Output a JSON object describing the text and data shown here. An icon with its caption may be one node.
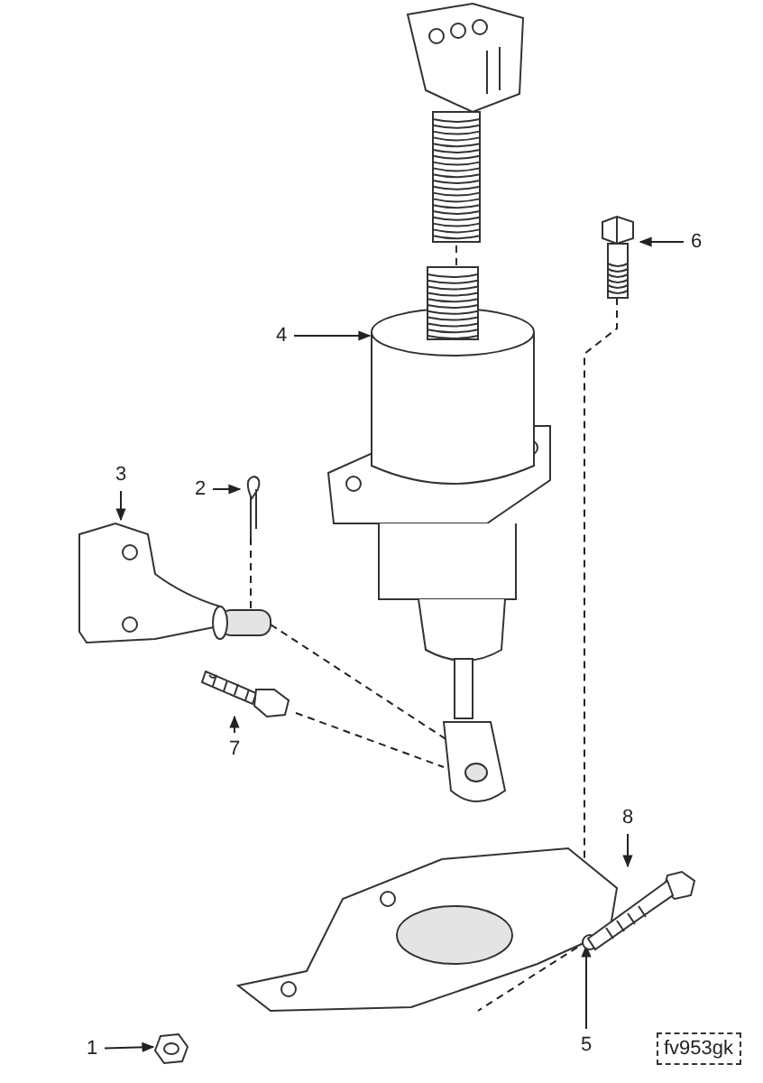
{
  "diagram": {
    "nodes": [
      {
        "text": [
          "6"
        ]
      },
      {
        "text": [
          "4"
        ]
      },
      {
        "text": [
          "3"
        ]
      },
      {
        "text": [
          "2"
        ]
      },
      {
        "text": [
          "8"
        ]
      },
      {
        "text": [
          "7"
        ]
      },
      {
        "text": [
          "1"
        ]
      },
      {
        "text": [
          "5"
        ]
      },
      {
        "text": [],
        "shape": "picture"
      },
      {
        "text": [],
        "shape": "picture"
      },
      {
        "text": [],
        "shape": "picture"
      },
      {
        "text": [],
        "shape": "picture"
      },
      {
        "text": [],
        "shape": "picture"
      },
      {
        "text": [],
        "shape": "picture"
      },
      {
        "text": [],
        "shape": "picture"
      },
      {
        "text": [],
        "shape": "picture"
      },
      {
        "text": [],
        "shape": "picture"
      }
    ],
    "edges": [
      {
        "from": 0,
        "to": 8,
        "arrow": "to"
      },
      {
        "from": 1,
        "to": 9,
        "arrow": "to"
      },
      {
        "from": 2,
        "to": 11,
        "arrow": "to"
      },
      {
        "from": 3,
        "to": 10,
        "arrow": "to"
      },
      {
        "from": 4,
        "to": 14,
        "arrow": "to"
      },
      {
        "from": 5,
        "to": 12,
        "arrow": "to"
      },
      {
        "from": 6,
        "to": 15,
        "arrow": "to"
      },
      {
        "from": 7,
        "to": 13,
        "arrow": "to"
      },
      {
        "from": 8,
        "to": 13,
        "arrow": "none",
        "style": "dashed"
      },
      {
        "from": 10,
        "to": 11,
        "arrow": "none",
        "style": "dashed"
      },
      {
        "from": 11,
        "to": 16,
        "arrow": "none",
        "style": "dashed"
      },
      {
        "from": 12,
        "to": 16,
        "arrow": "none",
        "style": "dashed"
      },
      {
        "from": 14,
        "to": 13,
        "arrow": "none",
        "style": "dashed"
      }
    ],
    "labels": [
      "fv953gk"
    ]
  }
}
